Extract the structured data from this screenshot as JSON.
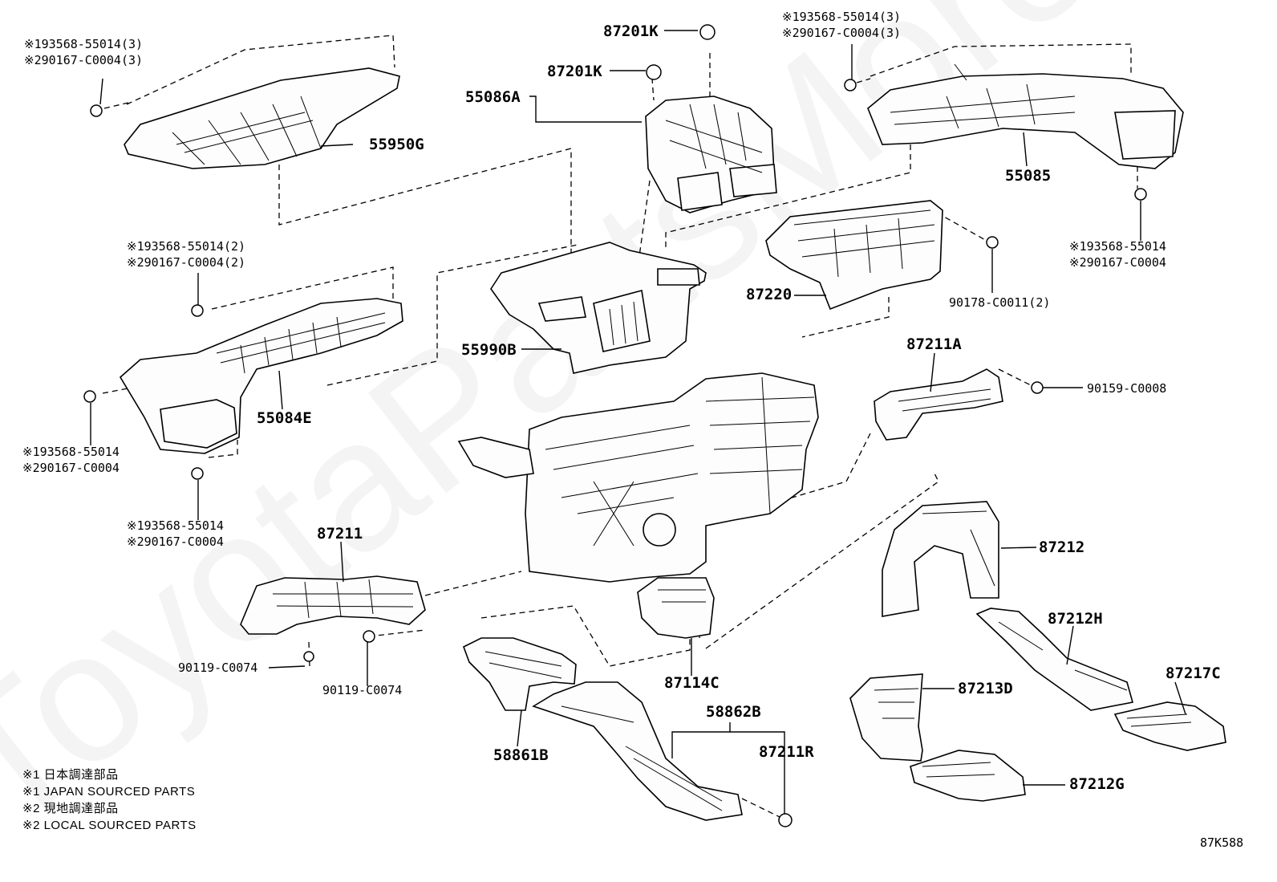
{
  "labels": {
    "p55950G": "55950G",
    "p87201K_a": "87201K",
    "p87201K_b": "87201K",
    "p55086A": "55086A",
    "p55085": "55085",
    "p87220": "87220",
    "p90178": "90178-C0011(2)",
    "p55990B": "55990B",
    "p55084E": "55084E",
    "p87211A": "87211A",
    "p90159": "90159-C0008",
    "p87211": "87211",
    "p90119_a": "90119-C0074",
    "p90119_b": "90119-C0074",
    "p87114C": "87114C",
    "p87212": "87212",
    "p87212H": "87212H",
    "p87213D": "87213D",
    "p87217C": "87217C",
    "p58862B": "58862B",
    "p87211R": "87211R",
    "p58861B": "58861B",
    "p87212G": "87212G",
    "code": "87K588"
  },
  "notes": {
    "n1a": "※193568-55014(3)",
    "n1b": "※290167-C0004(3)",
    "n2a": "※193568-55014(3)",
    "n2b": "※290167-C0004(3)",
    "n3a": "※193568-55014(2)",
    "n3b": "※290167-C0004(2)",
    "n4a": "※193568-55014",
    "n4b": "※290167-C0004",
    "n5a": "※193568-55014",
    "n5b": "※290167-C0004",
    "n6a": "※193568-55014",
    "n6b": "※290167-C0004"
  },
  "legend": [
    "※1 日本調達部品",
    "※1 JAPAN SOURCED PARTS",
    "※2 現地調達部品",
    "※2 LOCAL SOURCED PARTS"
  ],
  "watermark": "ToyotaPartsMore.ru"
}
